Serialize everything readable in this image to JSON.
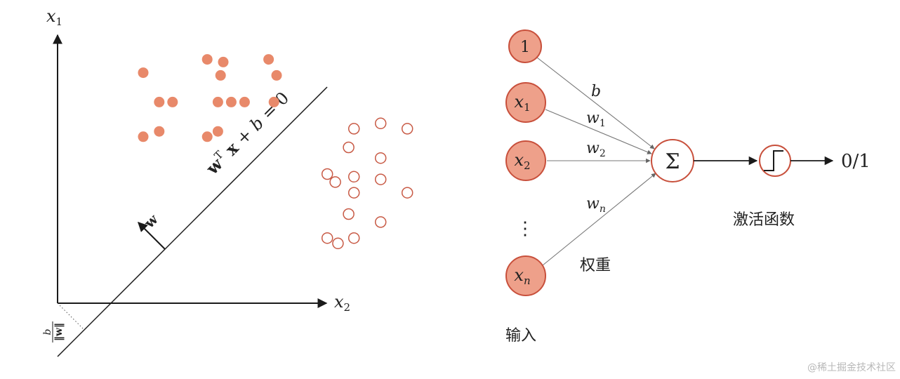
{
  "colors": {
    "filled": "#e8896a",
    "hollow_stroke": "#c85a45",
    "neuron_fill": "#eea08a",
    "neuron_stroke": "#c8503c",
    "axis": "#1a1a1a",
    "edge": "#777777"
  },
  "svm": {
    "x1_axis": "x",
    "x1_sub": "1",
    "x2_axis": "x",
    "x2_sub": "2",
    "boundary_eq": "wᵀx + b = 0",
    "normal_vec": "w",
    "offset_num": "b",
    "offset_den": "‖w‖",
    "filled_points": [
      [
        -1,
        4.8
      ],
      [
        1.4,
        5.3
      ],
      [
        2,
        5.2
      ],
      [
        3.7,
        5.3
      ],
      [
        1.9,
        4.7
      ],
      [
        4,
        4.7
      ],
      [
        -0.4,
        3.7
      ],
      [
        0.1,
        3.7
      ],
      [
        1.8,
        3.7
      ],
      [
        2.3,
        3.7
      ],
      [
        2.8,
        3.7
      ],
      [
        3.9,
        3.7
      ],
      [
        -0.4,
        2.6
      ],
      [
        1.8,
        2.6
      ],
      [
        -1,
        2.4
      ],
      [
        1.4,
        2.4
      ]
    ],
    "hollow_points": [
      [
        6.9,
        2.7
      ],
      [
        7.9,
        2.9
      ],
      [
        8.9,
        2.7
      ],
      [
        6.7,
        2
      ],
      [
        7.9,
        1.6
      ],
      [
        5.9,
        1
      ],
      [
        6.2,
        0.7
      ],
      [
        6.9,
        0.9
      ],
      [
        7.9,
        0.8
      ],
      [
        8.9,
        0.3
      ],
      [
        6.9,
        0.3
      ],
      [
        6.7,
        -0.5
      ],
      [
        7.9,
        -0.8
      ],
      [
        5.9,
        -1.4
      ],
      [
        6.3,
        -1.6
      ],
      [
        6.9,
        -1.4
      ]
    ]
  },
  "perceptron": {
    "bias_node": "1",
    "inputs": [
      {
        "var": "x",
        "sub": "1",
        "weight": "w",
        "weight_sub": "1"
      },
      {
        "var": "x",
        "sub": "2",
        "weight": "w",
        "weight_sub": "2"
      },
      {
        "var": "x",
        "sub": "n",
        "weight": "w",
        "weight_sub": "n"
      }
    ],
    "bias_weight": "b",
    "ellipsis": "⋮",
    "sum_symbol": "Σ",
    "output": "0/1",
    "label_weights": "权重",
    "label_inputs": "输入",
    "label_activation": "激活函数"
  },
  "watermark": "@稀土掘金技术社区"
}
